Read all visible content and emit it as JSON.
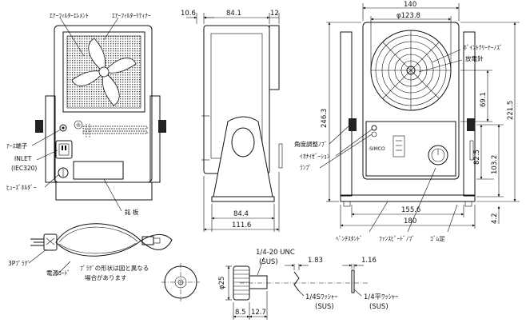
{
  "front_view": {
    "filter_element_label": "ｴｱｰﾌｨﾙﾀｰｴﾚﾒﾝﾄ",
    "filter_retainer_label": "ｴｱｰﾌｨﾙﾀｰﾘﾃｨﾅｰ",
    "earth_terminal_label": "ｱｰｽ端子",
    "inlet_label": "INLET",
    "inlet_standard_label": "(IEC320)",
    "fuse_holder_label": "ﾋｭｰｽﾞﾎﾙﾀﾞｰ",
    "nameplate_label": "銘 板",
    "plug_label": "3Pﾌﾟﾗｸﾞ",
    "cord_label": "電源ｺｰﾄﾞ",
    "plug_note_line1": "ﾌﾟﾗｸﾞの形状は図と異なる",
    "plug_note_line2": "場合があります"
  },
  "side_view": {
    "dim_106": "10.6",
    "dim_841": "84.1",
    "dim_12": "12",
    "dim_844": "84.4",
    "dim_1116": "111.6"
  },
  "rear_view": {
    "dim_140": "140",
    "dim_dia1238": "φ123.8",
    "pointer_needle_label": "ﾎﾟｲﾝﾄｸﾘｰﾅｰﾉｽﾞ",
    "discharge_needle_label": "放電針",
    "dim_2463": "246.3",
    "dim_691": "69.1",
    "dim_2215": "221.5",
    "angle_knob_label": "角度調整ﾉﾌﾞ",
    "ionizing_lamp_label": "ｲｵﾅｲｾﾞｰｼｮﾝ",
    "lamp_label": "ﾗﾝﾌﾟ",
    "dim_825": "82.5",
    "dim_1032": "103.2",
    "dim_1556": "155.6",
    "dim_180": "180",
    "dim_42": "4.2",
    "bench_stand_label": "ﾍﾞﾝﾁｽﾀﾝﾄﾞ",
    "fan_speed_knob_label": "ﾌｧﾝｽﾋﾟｰﾄﾞﾉﾌﾞ",
    "rubber_foot_label": "ｺﾞﾑ足",
    "brand_label": "SIMCO"
  },
  "hardware": {
    "thread_label": "1/4-20 UNC",
    "thread_material": "(SUS)",
    "dim_dia25": "φ25",
    "dim_85": "8.5",
    "dim_127": "12.7",
    "dim_183": "1.83",
    "spring_washer_label": "1/4Sﾜｯｼｬｰ",
    "spring_washer_material": "(SUS)",
    "dim_116": "1.16",
    "flat_washer_label": "1/4平ﾜｯｼｬｰ",
    "flat_washer_material": "(SUS)"
  }
}
